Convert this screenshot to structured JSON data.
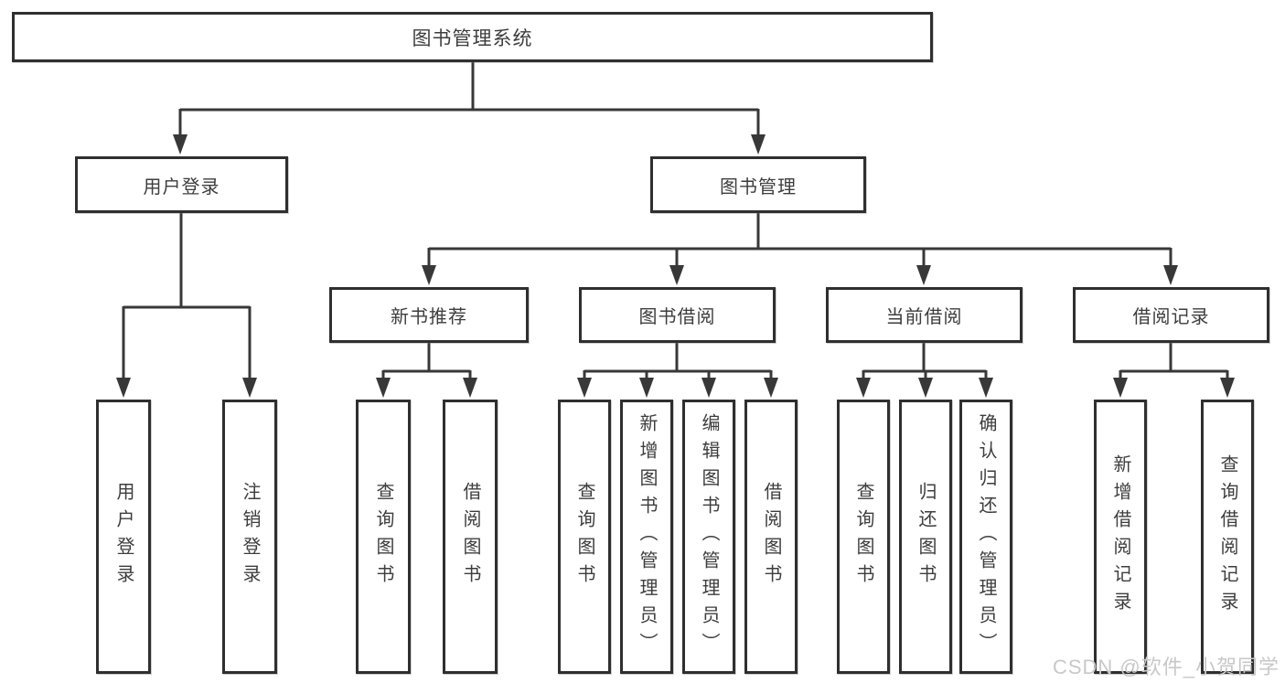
{
  "tree": {
    "label": "图书管理系统",
    "children": [
      {
        "label": "用户登录",
        "children": [
          {
            "label": "用户登录"
          },
          {
            "label": "注销登录"
          }
        ]
      },
      {
        "label": "图书管理",
        "children": [
          {
            "label": "新书推荐",
            "children": [
              {
                "label": "查询图书"
              },
              {
                "label": "借阅图书"
              }
            ]
          },
          {
            "label": "图书借阅",
            "children": [
              {
                "label": "查询图书"
              },
              {
                "label": "新增图书（管理员）"
              },
              {
                "label": "编辑图书（管理员）"
              },
              {
                "label": "借阅图书"
              }
            ]
          },
          {
            "label": "当前借阅",
            "children": [
              {
                "label": "查询图书"
              },
              {
                "label": "归还图书"
              },
              {
                "label": "确认归还（管理员）"
              }
            ]
          },
          {
            "label": "借阅记录",
            "children": [
              {
                "label": "新增借阅记录"
              },
              {
                "label": "查询借阅记录"
              }
            ]
          }
        ]
      }
    ]
  },
  "watermark": {
    "text": "CSDN @软件_小贺同学"
  },
  "colors": {
    "line": "#383838",
    "box_border": "#2f2f2f",
    "box_fill": "#ffffff",
    "text": "#3d3d3d",
    "watermark": "#c8c8c8",
    "background": "#ffffff"
  }
}
